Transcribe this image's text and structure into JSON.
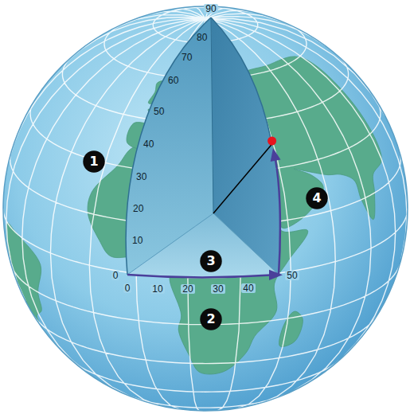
{
  "diagram": {
    "nodes": [
      {
        "text": [
          "1"
        ]
      },
      {
        "text": [
          "2"
        ]
      },
      {
        "text": [
          "3"
        ]
      },
      {
        "text": [
          "4"
        ]
      }
    ],
    "labels": [
      "0",
      "10",
      "20",
      "30",
      "40",
      "50",
      "60",
      "70",
      "80",
      "90",
      "0",
      "10",
      "20",
      "30",
      "40",
      "50"
    ]
  }
}
